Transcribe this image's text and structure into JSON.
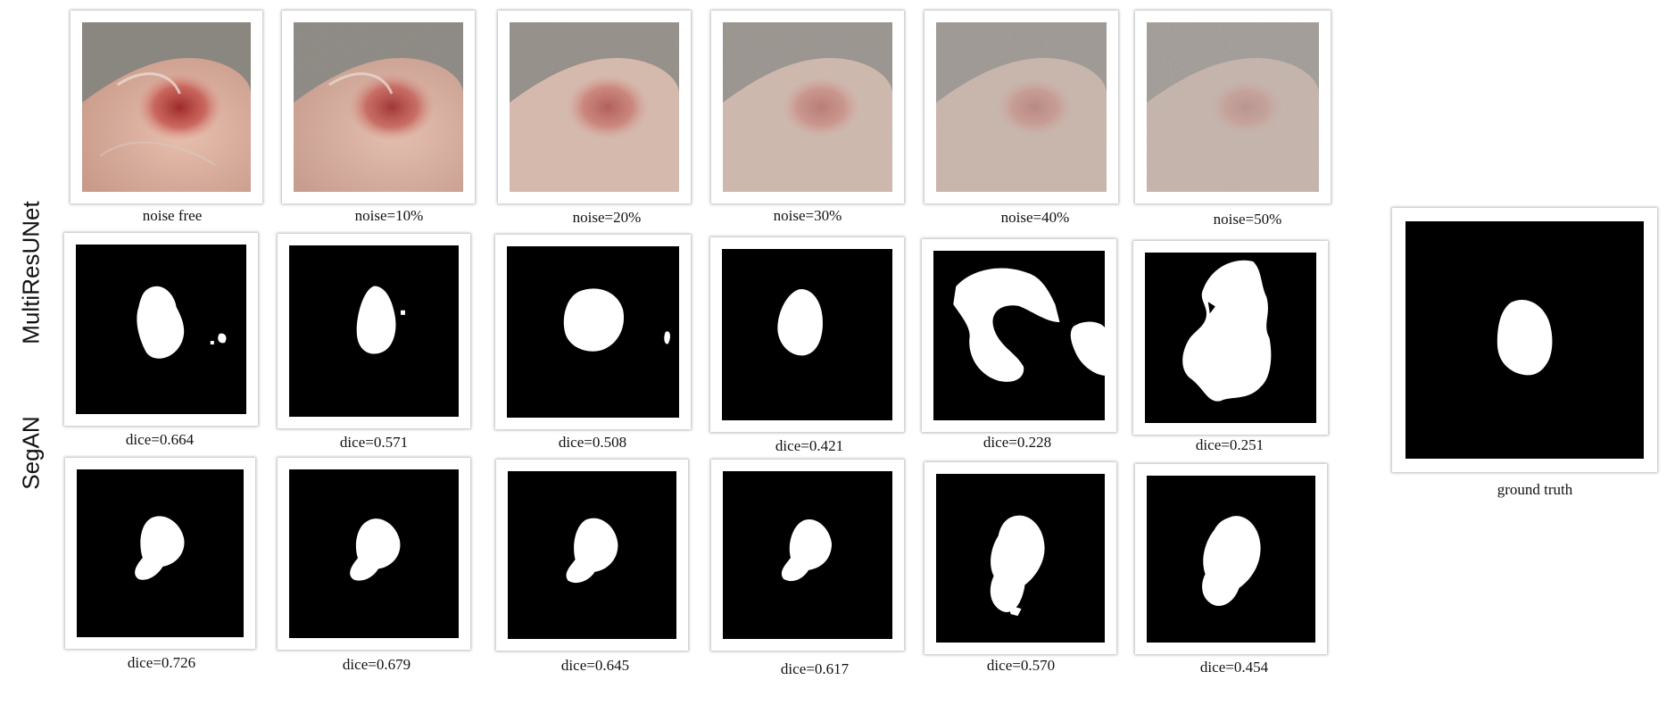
{
  "row_labels": {
    "multiresunet": "MultiResUNet",
    "segan": "SegAN"
  },
  "noise_captions": [
    "noise free",
    "noise=10%",
    "noise=20%",
    "noise=30%",
    "noise=40%",
    "noise=50%"
  ],
  "multiresunet_dice": [
    "dice=0.664",
    "dice=0.571",
    "dice=0.508",
    "dice=0.421",
    "dice=0.228",
    "dice=0.251"
  ],
  "segan_dice": [
    "dice=0.726",
    "dice=0.679",
    "dice=0.645",
    "dice=0.617",
    "dice=0.570",
    "dice=0.454"
  ],
  "ground_truth_caption": "ground truth",
  "noise_levels_percent": [
    0,
    10,
    20,
    30,
    40,
    50
  ],
  "colors": {
    "mask_background": "#000000",
    "mask_foreground": "#ffffff",
    "frame": "#ffffff"
  }
}
